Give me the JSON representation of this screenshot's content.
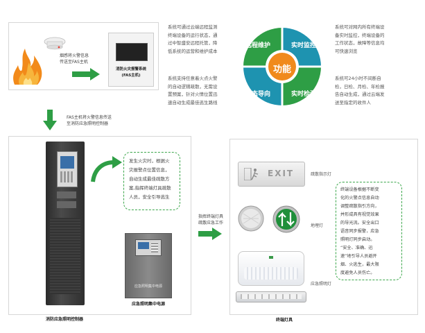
{
  "top_left": {
    "sensor_caption": [
      "烟感将火警信息",
      "传送至FAS主机"
    ],
    "fas_box_title": [
      "消防火灾报警系统",
      "(FAS主机)"
    ],
    "down_caption": [
      "FAS主机将火警信息传送",
      "至消防应急照明控制器"
    ]
  },
  "text_col1": {
    "para1": [
      "系统可通过云端远程监测",
      "终端设备的运行状态，通",
      "过中智盛安远程托管，降",
      "低系统的运营和维护成本"
    ],
    "para2": [
      "系统支持任意着火点火警",
      "的自动逻辑疏散，无需设",
      "置预案，针对火情位置迅",
      "速自动生成最佳逃生路线"
    ]
  },
  "circle": {
    "center": "功能",
    "q1": "远程维护",
    "q2": "实时监控",
    "q3": "动态导向",
    "q4": "实时检测",
    "colors": {
      "green": "#2e9e45",
      "blue": "#1e93b0",
      "orange": "#f08a1c"
    }
  },
  "text_col2": {
    "para1": [
      "系统可对网内所有终端设",
      "备实时监控，终端设备的",
      "工作状态，故障等信息均",
      "可快速浏览"
    ],
    "para2": [
      "系统可24小时不间断自",
      "检，日检、月检、年检报",
      "告自动生成，通过云端发",
      "送至指定的收件人"
    ]
  },
  "bottom_left": {
    "callout": [
      "发生火灾时，根据火",
      "灾报警点位置信息，",
      "自动生成最佳疏散方",
      "案,指挥终端灯具疏散",
      "人员，安全引导逃生"
    ],
    "power_device_screen": "应急照明集中电源",
    "power_label": "应急照明集中电源",
    "controller_label": "消防应急照明控制器"
  },
  "middle_caption": [
    "指挥终端灯具",
    "疏散应急工作"
  ],
  "bottom_right": {
    "sign_text": "EXIT",
    "label_sign": "疏散指示灯",
    "label_ground": "地埋灯",
    "label_emergency": "应急照明灯",
    "callout": [
      "终端设备根据不断变",
      "化的火警点信息自动",
      "调整疏散指引方向，",
      "并形成具有视觉效果",
      "的导光流。安全出口",
      "语音同步报警，应急",
      "照明灯同步启动。",
      "“安全、准确、迅",
      "速”地引导人员避开",
      "烟、火逃生，最大限",
      "度避免人员伤亡。"
    ],
    "panel_label": "终端灯具"
  }
}
